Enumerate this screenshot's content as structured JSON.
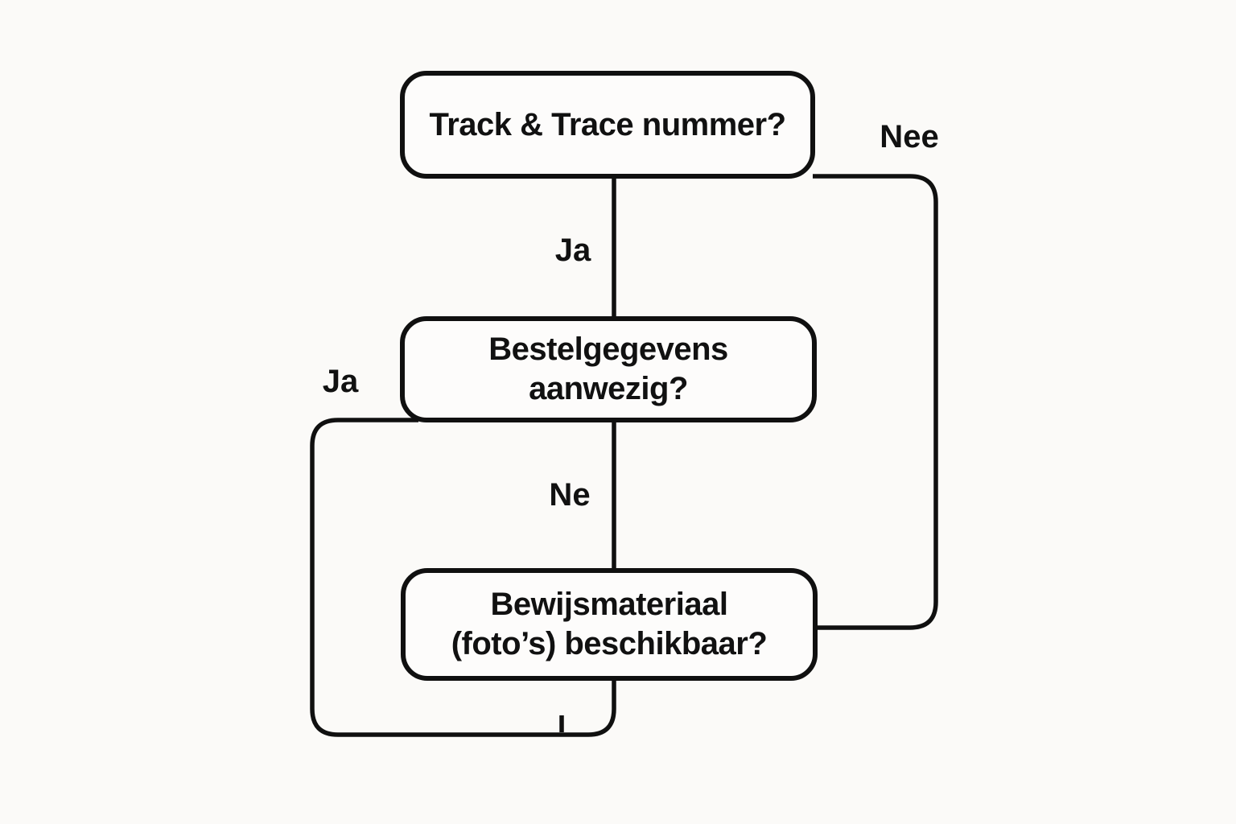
{
  "colors": {
    "background": "#fbfaf8",
    "line": "#101010",
    "box_fill": "#fdfcfb",
    "text": "#111111"
  },
  "nodes": {
    "track_trace": {
      "label": "Track & Trace nummer?"
    },
    "bestelgegevens": {
      "line1": "Bestelgegevens",
      "line2": "aanwezig?"
    },
    "bewijsmateriaal": {
      "line1": "Bewijsmateriaal",
      "line2": "(foto’s) beschikbaar?"
    }
  },
  "edge_labels": {
    "ja_top": "Ja",
    "nee_right": "Nee",
    "ja_left": "Ja",
    "ne_middle": "Ne"
  }
}
